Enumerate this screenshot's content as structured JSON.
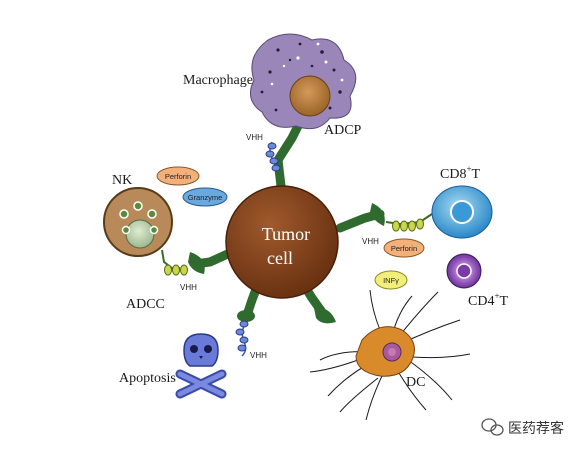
{
  "diagram": {
    "center_label_line1": "Tumor",
    "center_label_line2": "cell",
    "cells": {
      "macrophage": "Macrophage",
      "nk": "NK",
      "cd8_prefix": "CD8",
      "cd8_sup": "+",
      "cd8_suffix": "T",
      "cd4_prefix": "CD4",
      "cd4_sup": "+",
      "cd4_suffix": "T",
      "dc": "DC"
    },
    "mechanisms": {
      "adcp": "ADCP",
      "adcc": "ADCC",
      "apoptosis": "Apoptosis"
    },
    "molecules": {
      "perforin_nk": "Perforin",
      "granzyme": "Granzyme",
      "perforin_t": "Perforin",
      "infg": "INFγ"
    },
    "vhh_labels": [
      "VHH",
      "VHH",
      "VHH",
      "VHH"
    ],
    "colors": {
      "tumor": "#7a3d18",
      "arm": "#2f6b2f",
      "macrophage": "#9a86b8",
      "cd8": "#3a9ad8",
      "cd4": "#7a3aa8",
      "dc": "#d98a2a",
      "nk": "#b88a5a",
      "perforin": "#f4b07a",
      "granzyme": "#6aa8e0",
      "infg": "#f2ee7a",
      "skull": "#5a6ac8"
    }
  },
  "watermark": "医药荐客"
}
